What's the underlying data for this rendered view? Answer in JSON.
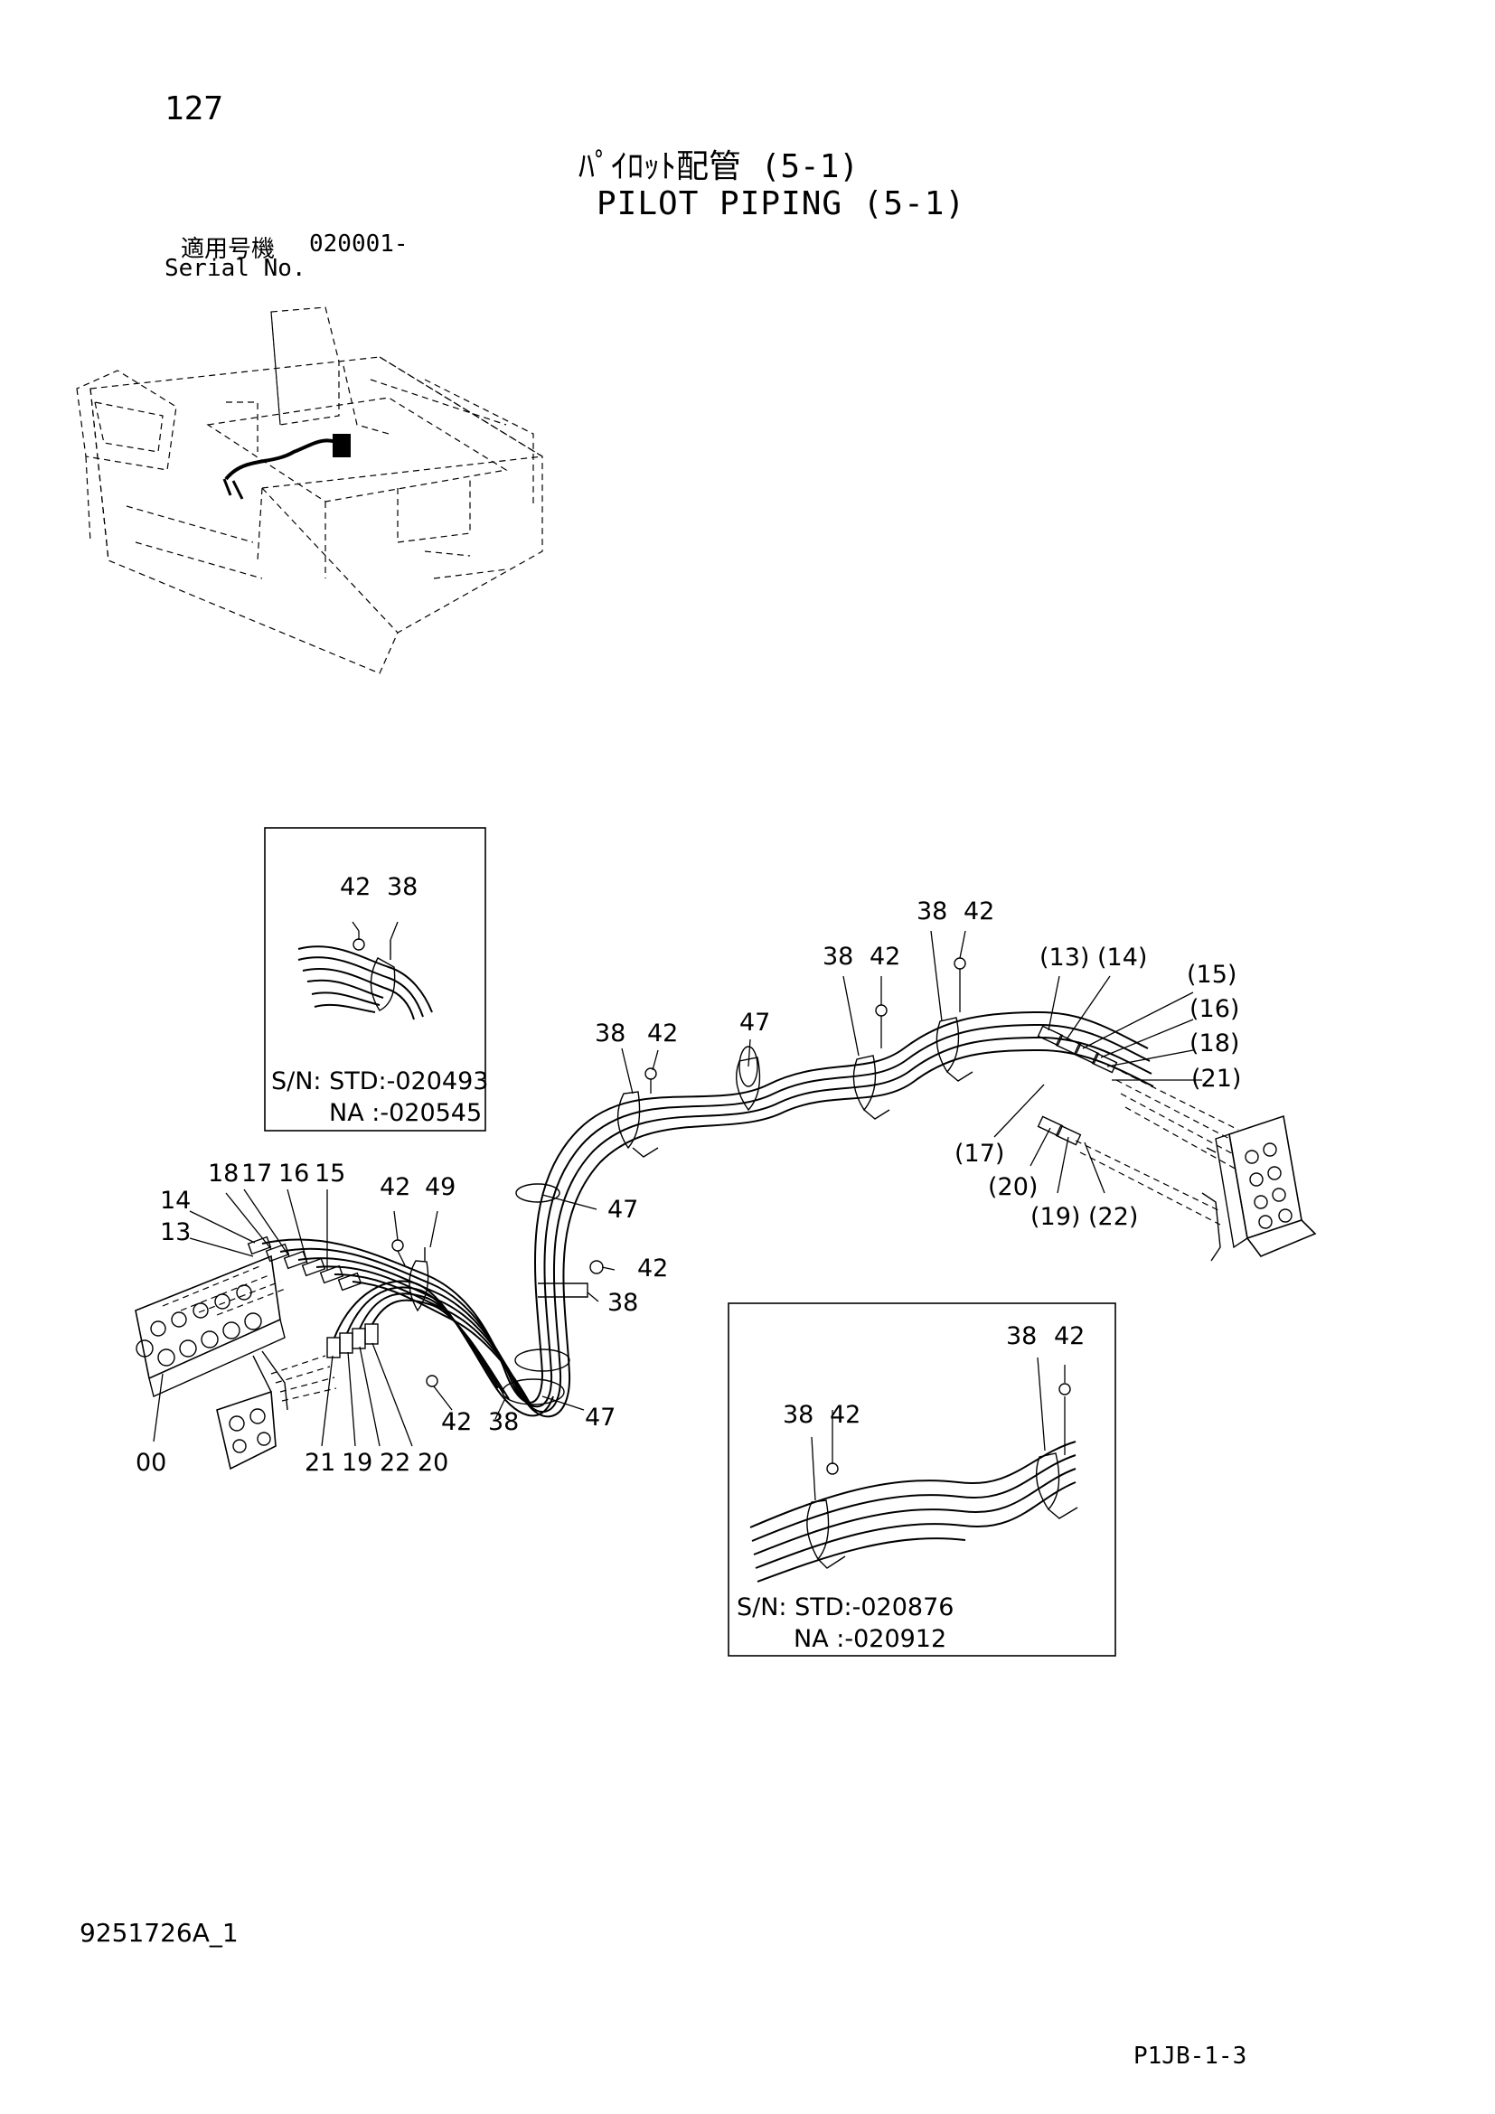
{
  "header": {
    "page_number": "127",
    "title_jp": "ﾊﾟｲﾛｯﾄ配管 (5-1)",
    "title_en": "PILOT PIPING (5-1)",
    "serial_label_jp": "適用号機",
    "serial_value": "020001-",
    "serial_label_en": "Serial No."
  },
  "inset_top_left": {
    "callouts": [
      "42",
      "38"
    ],
    "note_line1": "S/N: STD:-020493",
    "note_line2": "NA  :-020545"
  },
  "inset_bottom_right": {
    "callouts": [
      "38",
      "42",
      "38",
      "42"
    ],
    "note_line1": "S/N: STD:-020876",
    "note_line2": "NA  :-020912"
  },
  "main_callouts": {
    "left_top": [
      "18",
      "17",
      "16",
      "15"
    ],
    "left_14": "14",
    "left_13": "13",
    "left_00": "00",
    "clamp_42a": "42",
    "clamp_49": "49",
    "bottom_row": [
      "21",
      "19",
      "22",
      "20"
    ],
    "bottom_42": "42",
    "bottom_38": "38",
    "bottom_47": "47",
    "mid_47": "47",
    "mid_42": "42",
    "mid_38": "38",
    "arch_38": "38",
    "arch_42": "42",
    "arch_47": "47",
    "top_38a": "38",
    "top_42a": "42",
    "top_38b": "38",
    "top_42b": "42",
    "right_13_14": "(13) (14)",
    "right_15": "(15)",
    "right_16": "(16)",
    "right_18": "(18)",
    "right_21": "(21)",
    "right_17": "(17)",
    "right_20": "(20)",
    "right_19_22": "(19) (22)"
  },
  "footer": {
    "doc_code": "9251726A_1",
    "page_code": "P1JB-1-3"
  }
}
